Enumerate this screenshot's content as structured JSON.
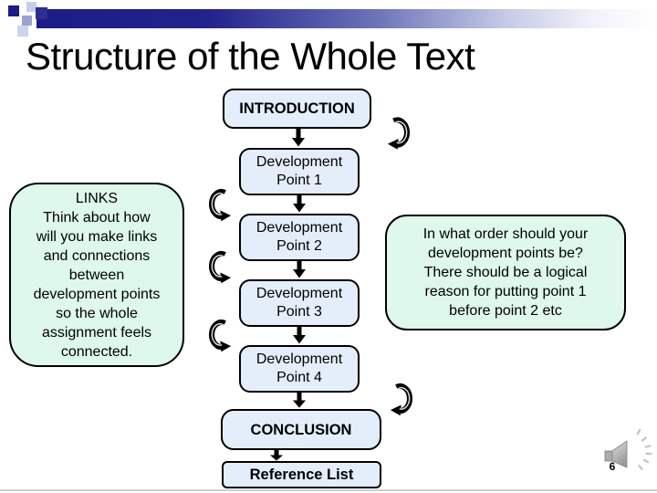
{
  "slide": {
    "title": "Structure of the Whole Text",
    "page_number": "6"
  },
  "flowchart": {
    "introduction": "INTRODUCTION",
    "dev_points": [
      {
        "label": "Development\nPoint 1"
      },
      {
        "label": "Development\nPoint 2"
      },
      {
        "label": "Development\nPoint 3"
      },
      {
        "label": "Development\nPoint 4"
      }
    ],
    "conclusion": "CONCLUSION",
    "reference_list": "Reference List"
  },
  "notes": {
    "links": "LINKS\nThink about how\nwill you make links\nand connections\nbetween\ndevelopment points\nso the whole\nassignment feels\nconnected.",
    "order": "In what order should your\ndevelopment points be?\nThere should be a logical\nreason for putting point 1\nbefore point 2 etc"
  },
  "icons": {
    "speaker_icon": "gray loudspeaker with sound-wave dashes",
    "curved_arrow_icon": "black crescent swoosh arrow",
    "down_arrow_icon": "solid black down arrow"
  },
  "colors": {
    "node_fill": "#e4eefa",
    "note_fill": "#def8ec",
    "border": "#000000",
    "banner_navy": "#1c1c86",
    "speaker_gray": "#b5b5b5"
  }
}
